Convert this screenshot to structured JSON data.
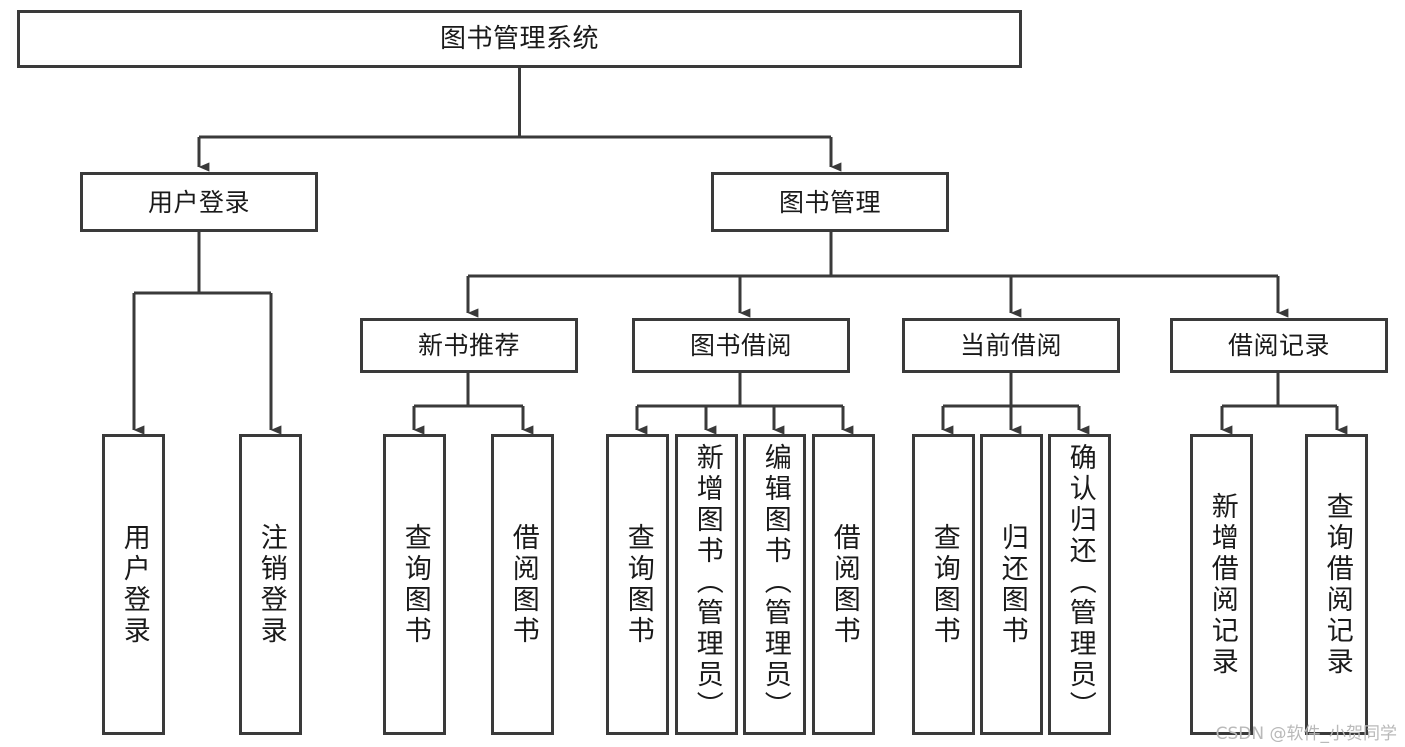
{
  "diagram": {
    "title": "图书管理系统",
    "type": "tree",
    "root": {
      "label": "图书管理系统"
    },
    "level2": [
      {
        "label": "用户登录"
      },
      {
        "label": "图书管理"
      }
    ],
    "level3": [
      {
        "label": "新书推荐"
      },
      {
        "label": "图书借阅"
      },
      {
        "label": "当前借阅"
      },
      {
        "label": "借阅记录"
      }
    ],
    "leaves": {
      "user_login": [
        {
          "label": "用户登录"
        },
        {
          "label": "注销登录"
        }
      ],
      "new_book_recommend": [
        {
          "label": "查询图书"
        },
        {
          "label": "借阅图书"
        }
      ],
      "book_borrow": [
        {
          "label": "查询图书"
        },
        {
          "label": "新增图书（管理员）"
        },
        {
          "label": "编辑图书（管理员）"
        },
        {
          "label": "借阅图书"
        }
      ],
      "current_borrow": [
        {
          "label": "查询图书"
        },
        {
          "label": "归还图书"
        },
        {
          "label": "确认归还（管理员）"
        }
      ],
      "borrow_record": [
        {
          "label": "新增借阅记录"
        },
        {
          "label": "查询借阅记录"
        }
      ]
    },
    "watermark": "CSDN @软件_小贺同学",
    "colors": {
      "border": "#3a3a3a",
      "background": "#ffffff",
      "text": "#1a1a1a",
      "watermark": "#b9b9b9"
    }
  }
}
